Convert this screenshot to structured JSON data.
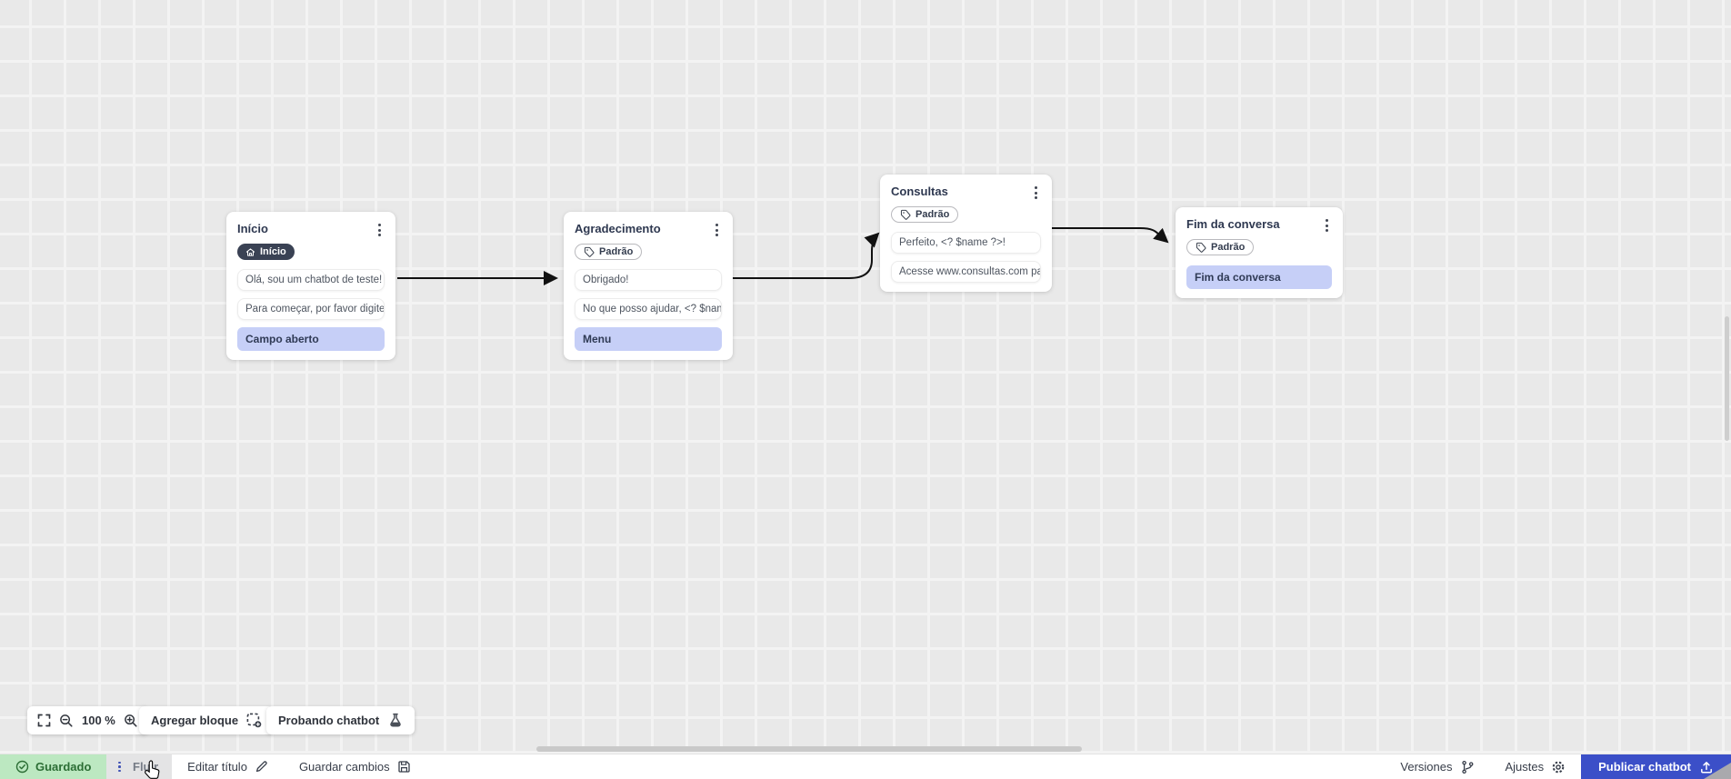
{
  "canvas": {
    "nodes": [
      {
        "title": "Início",
        "badge": "Início",
        "messages": [
          "Olá, sou um chatbot de teste!",
          "Para começar, por favor digite o ..."
        ],
        "button": "Campo aberto"
      },
      {
        "title": "Agradecimento",
        "badge": "Padrão",
        "messages": [
          "Obrigado!",
          "No que posso ajudar, <? $name ..."
        ],
        "button": "Menu"
      },
      {
        "title": "Consultas",
        "badge": "Padrão",
        "messages": [
          "Perfeito, <? $name ?>!",
          "Acesse www.consultas.com par..."
        ]
      },
      {
        "title": "Fim da conversa",
        "badge": "Padrão",
        "button": "Fim da conversa"
      }
    ]
  },
  "toolbar": {
    "zoom_level": "100 %",
    "add_block": "Agregar bloque",
    "test_chatbot": "Probando chatbot"
  },
  "statusbar": {
    "saved": "Guardado",
    "flow_tab": "Fluir",
    "edit_title": "Editar título",
    "save_changes": "Guardar cambios",
    "versions": "Versiones",
    "settings": "Ajustes",
    "publish": "Publicar chatbot"
  },
  "icons": {
    "saved": "check-circle-icon",
    "flow_menu": "kebab-icon",
    "edit_title": "pencil-icon",
    "save_changes": "floppy-icon",
    "versions": "git-branch-icon",
    "settings": "gear-icon",
    "publish": "upload-icon",
    "start_badge": "home-icon",
    "default_badge": "tag-icon",
    "add_block": "dashed-square-plus-icon",
    "test_chatbot": "flask-icon"
  },
  "colors": {
    "accent_blue": "#3b4fc8",
    "saved_green_bg": "#bce8c1",
    "saved_green_text": "#2c6e35",
    "action_lavender": "#c6cff7",
    "badge_dark": "#3a4254",
    "edge_black": "#111111"
  }
}
